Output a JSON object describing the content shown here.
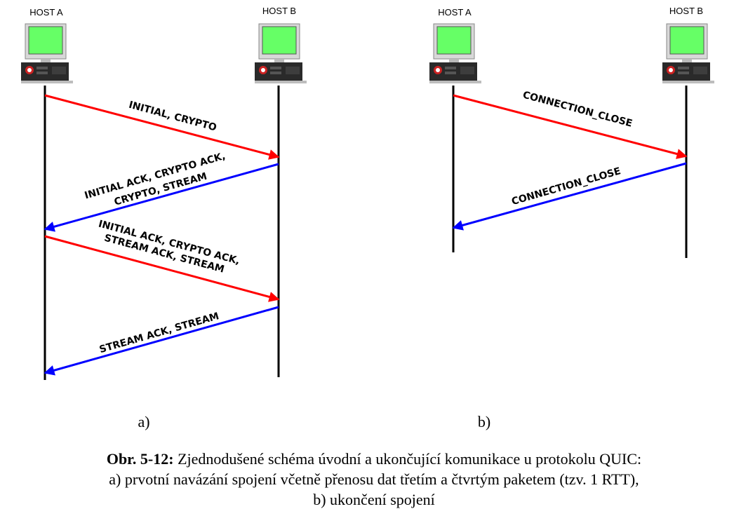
{
  "panel_a": {
    "host_a": "HOST A",
    "host_b": "HOST B",
    "msg1": "INITIAL, CRYPTO",
    "msg2_line1": "INITIAL ACK, CRYPTO ACK,",
    "msg2_line2": "CRYPTO, STREAM",
    "msg3_line1": "INITIAL ACK, CRYPTO ACK,",
    "msg3_line2": "STREAM ACK, STREAM",
    "msg4": "STREAM ACK, STREAM",
    "label": "a)"
  },
  "panel_b": {
    "host_a": "HOST A",
    "host_b": "HOST B",
    "msg1": "CONNECTION_CLOSE",
    "msg2": "CONNECTION_CLOSE",
    "label": "b)"
  },
  "caption": {
    "prefix": "Obr. 5-12:",
    "line1": " Zjednodušené schéma úvodní a ukončující komunikace u protokolu QUIC:",
    "line2": "a) prvotní navázání spojení včetně přenosu dat třetím a čtvrtým paketem (tzv. 1 RTT),",
    "line3": "b) ukončení spojení"
  },
  "colors": {
    "request_arrow": "#ff0000",
    "response_arrow": "#0000ff",
    "screen": "#66ff66"
  }
}
